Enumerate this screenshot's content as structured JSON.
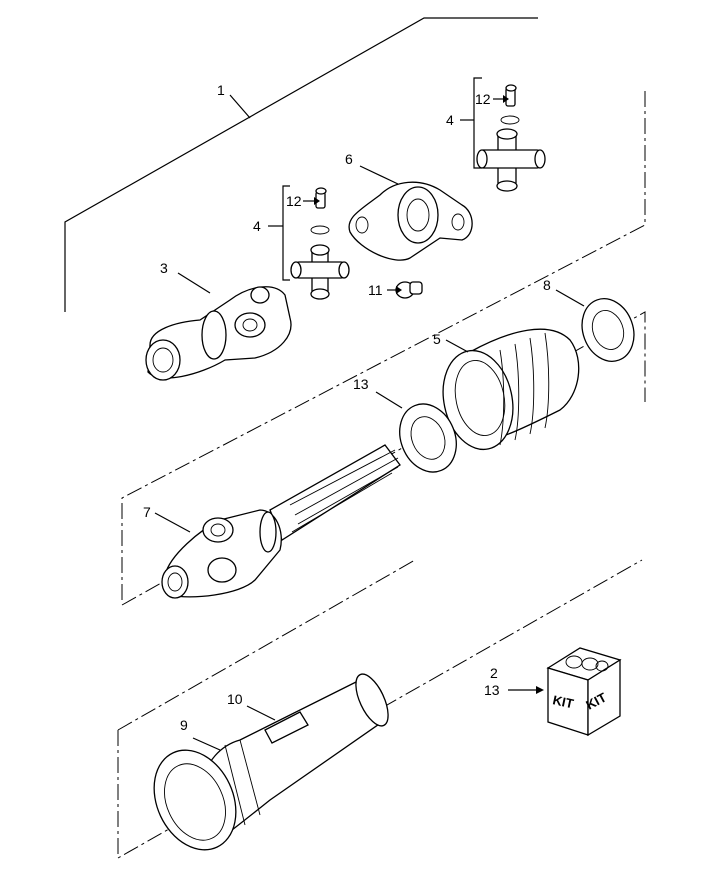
{
  "callouts": {
    "c1": "1",
    "c2": "2",
    "c3": "3",
    "c4a": "4",
    "c4b": "4",
    "c5": "5",
    "c6": "6",
    "c7": "7",
    "c8": "8",
    "c9": "9",
    "c10": "10",
    "c11": "11",
    "c12a": "12",
    "c12b": "12",
    "c13a": "13",
    "c13b": "13"
  },
  "kit_box": {
    "front_label": "KIT",
    "side_label": "KIT"
  }
}
